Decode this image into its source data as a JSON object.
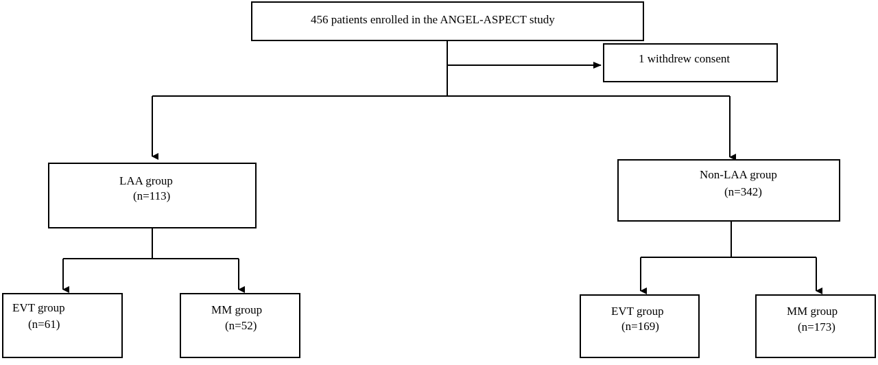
{
  "flowchart": {
    "enrolled": {
      "label": "456 patients enrolled in the ANGEL-ASPECT study"
    },
    "withdrew": {
      "label": "1 withdrew consent"
    },
    "laa_group": {
      "label": "LAA group",
      "count": "(n=113)"
    },
    "non_laa_group": {
      "label": "Non-LAA group",
      "count": "(n=342)"
    },
    "laa_evt": {
      "label": "EVT group",
      "count": "(n=61)"
    },
    "laa_mm": {
      "label": "MM group",
      "count": "(n=52)"
    },
    "non_laa_evt": {
      "label": "EVT group",
      "count": "(n=169)"
    },
    "non_laa_mm": {
      "label": "MM group",
      "count": "(n=173)"
    }
  }
}
